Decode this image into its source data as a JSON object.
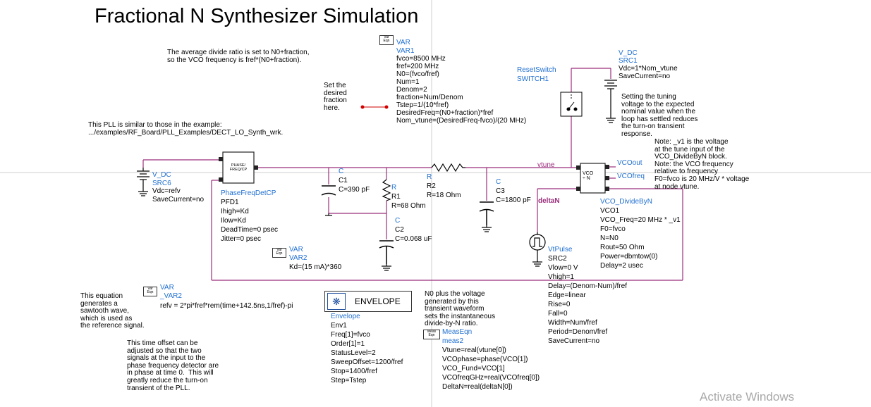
{
  "title": "Fractional N Synthesizer Simulation",
  "icon_text": {
    "var": "Var\nEqn",
    "meas": "Meas\nEqn"
  },
  "notes": {
    "divide_ratio": "The average divide ratio is set to N0+fraction,\nso the VCO frequency is fref*(N0+fraction).",
    "set_fraction": "Set the\ndesired\nfraction\nhere.",
    "pll_similar": "This PLL is similar to those in the example:\n.../examples/RF_Board/PLL_Examples/DECT_LO_Synth_wrk.",
    "tuning": "Setting the tuning\nvoltage to the expected\nnominal value when the\nloop has settled reduces\nthe turn-on transient\nresponse.",
    "v1_note": "Note: _v1 is the voltage\nat the tune input of the\nVCO_DivideByN block.\nNote: the VCO frequency\nrelative to frequency\nF0=fvco is 20 MHz/V * voltage\nat node vtune.",
    "sawtooth": "This equation\ngenerates a\nsawtooth wave,\nwhich is used as\nthe reference signal.",
    "time_offset": "This time offset can be\nadjusted so that the two\nsignals at the input to the\nphase frequency detector are\nin phase at time 0.  This will\ngreatly reduce the turn-on\ntransient of the PLL.",
    "n0_plus": "N0 plus the voltage\ngenerated by this\ntransient waveform\nsets the instantaneous\ndivide-by-N ratio."
  },
  "var1": {
    "type": "VAR",
    "name": "VAR1",
    "params": [
      "fvco=8500 MHz",
      "fref=200 MHz",
      "N0=(fvco/fref)",
      "Num=1",
      "Denom=2",
      "fraction=Num/Denom",
      "Tstep=1/(10*fref)",
      "DesiredFreq=(N0+fraction)*fref",
      "Nom_vtune=(DesiredFreq-fvco)/(20 MHz)"
    ]
  },
  "var2": {
    "type": "VAR",
    "name": "VAR2",
    "params": [
      "Kd=(15 mA)*360"
    ]
  },
  "var3": {
    "type": "VAR",
    "name": "_VAR2",
    "params": [
      "refv = 2*pi*fref*rem(time+142.5ns,1/fref)-pi"
    ]
  },
  "reset_switch": {
    "type": "ResetSwitch",
    "name": "SWITCH1"
  },
  "src1": {
    "type": "V_DC",
    "name": "SRC1",
    "params": [
      "Vdc=1*Nom_vtune",
      "SaveCurrent=no"
    ]
  },
  "src6": {
    "type": "V_DC",
    "name": "SRC6",
    "params": [
      "Vdc=refv",
      "SaveCurrent=no"
    ]
  },
  "pfd": {
    "type": "PhaseFreqDetCP",
    "name": "PFD1",
    "icon": "PHASE/\nFREQ/CP",
    "params": [
      "Ihigh=Kd",
      "Ilow=Kd",
      "DeadTime=0 psec",
      "Jitter=0 psec"
    ]
  },
  "c1": {
    "type": "C",
    "name": "C1",
    "value": "C=390 pF"
  },
  "r1": {
    "type": "R",
    "name": "R1",
    "value": "R=68 Ohm"
  },
  "c2": {
    "type": "C",
    "name": "C2",
    "value": "C=0.068 uF"
  },
  "r2": {
    "type": "R",
    "name": "R2",
    "value": "R=18 Ohm"
  },
  "c3": {
    "type": "C",
    "name": "C3",
    "value": "C=1800 pF"
  },
  "nets": {
    "vtune": "vtune",
    "deltaN": "deltaN",
    "vcoout": "VCOout",
    "vcofreq": "VCOfreq"
  },
  "vco": {
    "type": "VCO_DivideByN",
    "name": "VCO1",
    "icon": "VCO\n÷ N",
    "params": [
      "VCO_Freq=20 MHz * _v1",
      "F0=fvco",
      "N=N0",
      "Rout=50 Ohm",
      "Power=dbmtow(0)",
      "Delay=2 usec"
    ]
  },
  "vtpulse": {
    "type": "VtPulse",
    "name": "SRC2",
    "params": [
      "Vlow=0 V",
      "Vhigh=1",
      "Delay=(Denom-Num)/fref",
      "Edge=linear",
      "Rise=0",
      "Fall=0",
      "Width=Num/fref",
      "Period=Denom/fref",
      "SaveCurrent=no"
    ]
  },
  "envelope": {
    "label": "ENVELOPE",
    "type": "Envelope",
    "name": "Env1",
    "params": [
      "Freq[1]=fvco",
      "Order[1]=1",
      "StatusLevel=2",
      "SweepOffset=1200/fref",
      "Stop=1400/fref",
      "Step=Tstep"
    ]
  },
  "meas": {
    "type": "MeasEqn",
    "name": "meas2",
    "params": [
      "Vtune=real(vtune[0])",
      "VCOphase=phase(VCO[1])",
      "VCO_Fund=VCO[1]",
      "VCOfreqGHz=real(VCOfreq[0])",
      "DeltaN=real(deltaN[0])"
    ]
  },
  "watermark": "Activate Windows",
  "colors": {
    "wire": "#9b2f7c",
    "label": "#1f6fd1",
    "marker": "#d00000"
  }
}
